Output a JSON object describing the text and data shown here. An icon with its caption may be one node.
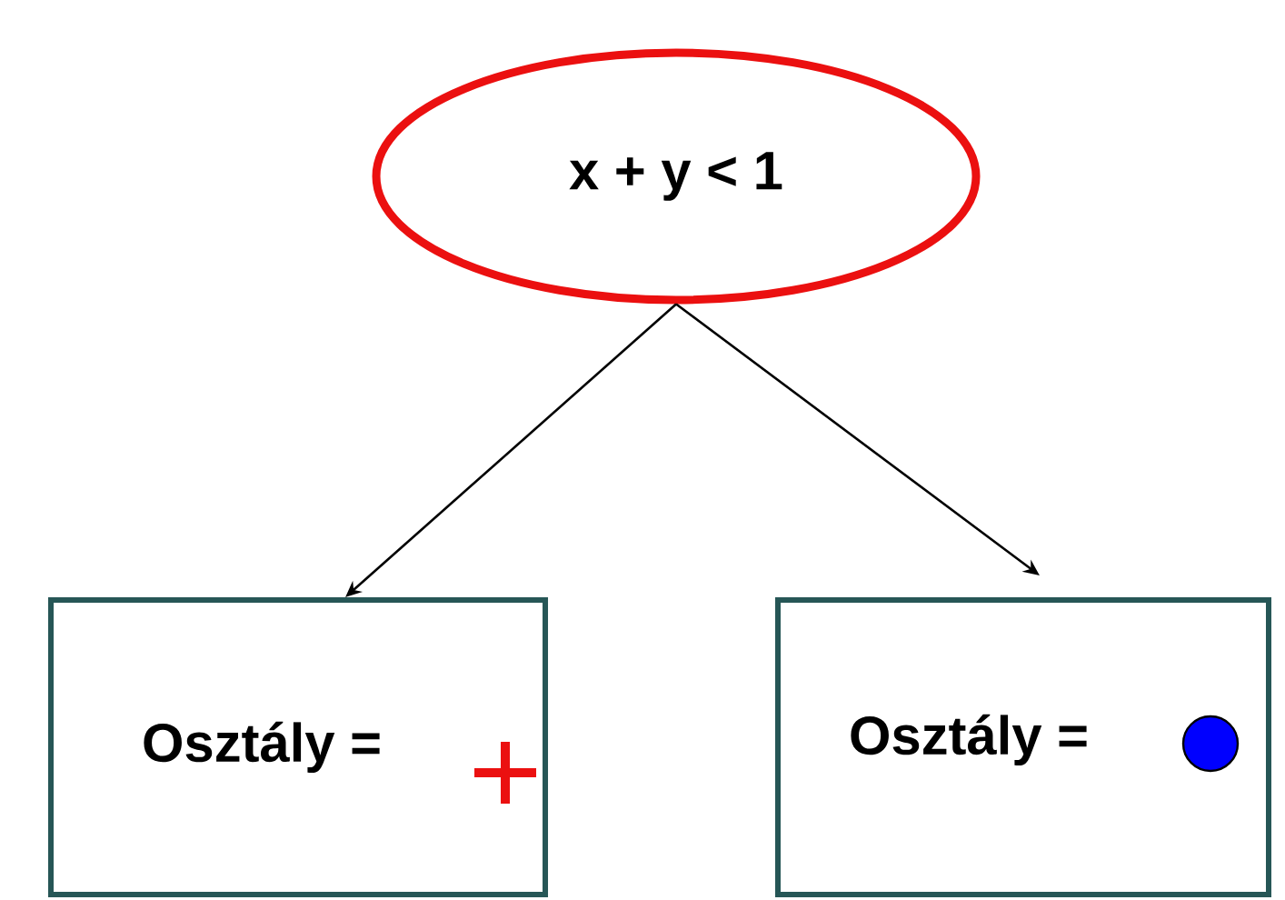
{
  "diagram": {
    "nodes": [
      {
        "text": [
          "x + y < 1"
        ]
      },
      {
        "text": [
          "Osztály ="
        ]
      },
      {
        "text": [
          "Osztály ="
        ]
      }
    ],
    "edges": [
      {
        "from": 0,
        "to": 1,
        "arrow": "to"
      },
      {
        "from": 0,
        "to": 2,
        "arrow": "to"
      }
    ]
  }
}
